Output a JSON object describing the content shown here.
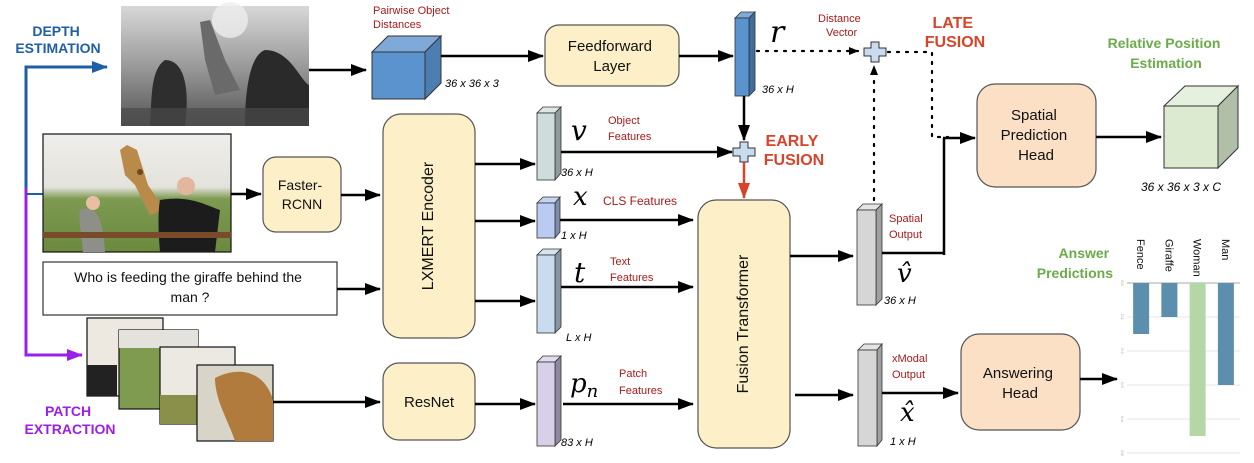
{
  "colors": {
    "depth": "#1f5fa6",
    "patch": "#9b1fe8",
    "red_label": "#a61b1b",
    "fusion_label": "#d9432a",
    "green_label": "#6aab4a",
    "encoder_fill": "#fdf0c8",
    "head_fill": "#fbe0c6",
    "bar_blue": "#5b8fad",
    "bar_green": "#b5d6a7"
  },
  "labels": {
    "depth_estimation": [
      "DEPTH",
      "ESTIMATION"
    ],
    "patch_extraction": [
      "PATCH",
      "EXTRACTION"
    ],
    "pairwise": [
      "Pairwise Object",
      "Distances"
    ],
    "cube_dims": "36 x 36 x 3",
    "feedforward": [
      "Feedforward",
      "Layer"
    ],
    "r_symbol": "r",
    "r_dims": "36 x H",
    "distance_vector": [
      "Distance",
      "Vector"
    ],
    "late_fusion": [
      "LATE",
      "FUSION"
    ],
    "early_fusion": [
      "EARLY",
      "FUSION"
    ],
    "relative_position": [
      "Relative Position",
      "Estimation"
    ],
    "spatial_head": [
      "Spatial",
      "Prediction",
      "Head"
    ],
    "output_cube_dims": "36 x 36 x 3 x C",
    "faster_rcnn": [
      "Faster-",
      "RCNN"
    ],
    "lxmert": "LXMERT Encoder",
    "resnet": "ResNet",
    "question": [
      "Who is feeding the giraffe behind the",
      "man ?"
    ],
    "v_symbol": "v",
    "v_desc": [
      "Object",
      "Features"
    ],
    "v_dims": "36 x H",
    "x_symbol": "x",
    "x_desc": "CLS Features",
    "x_dims": "1 x H",
    "t_symbol": "t",
    "t_desc": [
      "Text",
      "Features"
    ],
    "t_dims": "L x H",
    "p_symbol": "p",
    "p_sub": "n",
    "p_desc": [
      "Patch",
      "Features"
    ],
    "p_dims": "83 x H",
    "fusion_transformer": "Fusion Transformer",
    "vhat_symbol": "v̂",
    "vhat_desc": [
      "Spatial",
      "Output"
    ],
    "vhat_dims": "36 x H",
    "xhat_symbol": "x̂",
    "xhat_desc": [
      "xModal",
      "Output"
    ],
    "xhat_dims": "1 x H",
    "answering_head": [
      "Answering",
      "Head"
    ],
    "answer_predictions": [
      "Answer",
      "Predictions"
    ]
  },
  "chart_data": {
    "type": "bar",
    "title": "Answer Predictions",
    "categories": [
      "Fence",
      "Giraffe",
      "Woman",
      "Man"
    ],
    "values": [
      0.15,
      0.1,
      0.45,
      0.3
    ],
    "highlight": "Woman",
    "ylim": [
      0,
      0.5
    ],
    "yticks": [
      "0.0",
      "0.1",
      "0.2",
      "0.3",
      "0.4",
      "0.5"
    ],
    "orientation": "bars hang downward from top axis",
    "grid": true
  }
}
